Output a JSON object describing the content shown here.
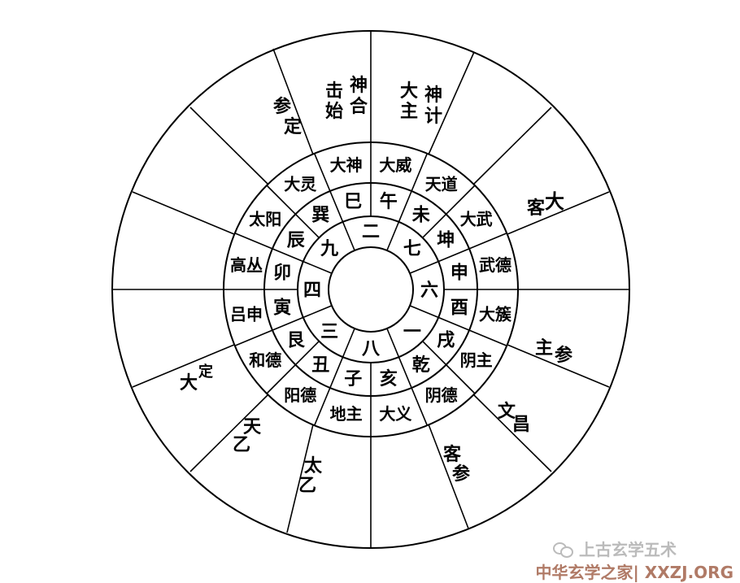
{
  "rings": {
    "center": [
      "二",
      "七",
      "六",
      "一",
      "八",
      "三",
      "四",
      "九"
    ],
    "branches": [
      "巳",
      "午",
      "未",
      "坤",
      "申",
      "酉",
      "戌",
      "乾",
      "亥",
      "子",
      "丑",
      "艮",
      "寅",
      "卯",
      "辰",
      "巽"
    ],
    "gods": [
      "大神",
      "大威",
      "天道",
      "大武",
      "武德",
      "大簇",
      "阴主",
      "阴德",
      "大义",
      "地主",
      "阳德",
      "和德",
      "吕申",
      "高丛",
      "太阳",
      "大灵"
    ],
    "outer": [
      {
        "id": "shen-he",
        "text": "神合"
      },
      {
        "id": "ji-shi",
        "text": "击始"
      },
      {
        "id": "shen-ji",
        "text": "神计"
      },
      {
        "id": "da-zhu",
        "text": "大主"
      },
      {
        "id": "ke-da",
        "text": "客大"
      },
      {
        "id": "zhu-can",
        "text": "主参"
      },
      {
        "id": "wen-chang",
        "text": "文昌"
      },
      {
        "id": "ke-can",
        "text": "客参"
      },
      {
        "id": "tai-yi",
        "text": "太乙"
      },
      {
        "id": "tian-yi",
        "text": "天乙"
      },
      {
        "id": "da-ding",
        "text": "大定"
      },
      {
        "id": "can-ding",
        "text": "参定"
      }
    ]
  },
  "watermark": {
    "brand": "上古玄学五术",
    "site": "中华玄学之家| XXZJ.ORG"
  }
}
